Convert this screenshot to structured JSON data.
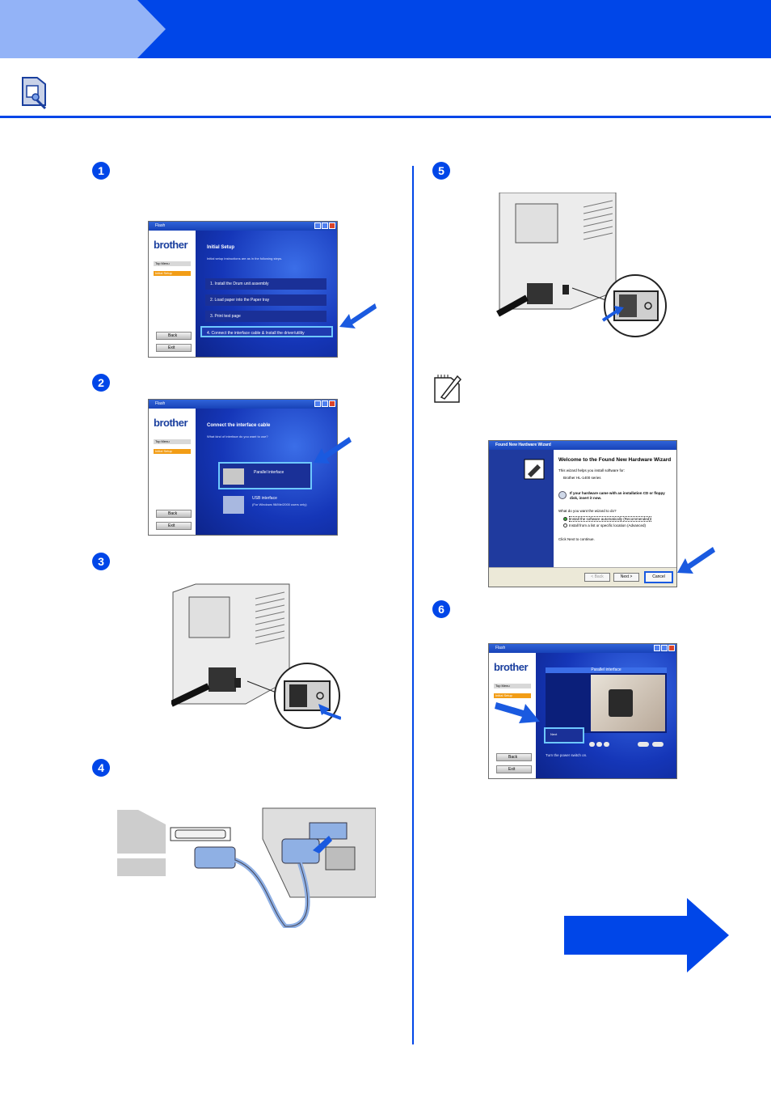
{
  "header": {
    "tab_color": "#93b3f7",
    "bar_color": "#0046e8",
    "icon": "printer-plug-icon"
  },
  "steps": [
    "1",
    "2",
    "3",
    "4",
    "5",
    "6"
  ],
  "screen1": {
    "window_title": "Flash",
    "logo": "brother",
    "menu": [
      "Top Menu",
      "Initial Setup"
    ],
    "buttons": [
      "Back",
      "Exit"
    ],
    "heading": "Initial Setup",
    "subheading": "Initial setup instructions are as in the following steps.",
    "options": [
      "1. Install the Drum unit assembly",
      "2. Load paper into the Paper tray",
      "3. Print test page",
      "4. Connect the interface cable & Install the driver/utility"
    ]
  },
  "screen2": {
    "window_title": "Flash",
    "logo": "brother",
    "menu": [
      "Top Menu",
      "Initial Setup"
    ],
    "buttons": [
      "Back",
      "Exit"
    ],
    "heading": "Connect the interface cable",
    "subheading": "What kind of interface do you want to use?",
    "option1": "Parallel interface",
    "option2": "USB interface",
    "option2_note": "(For Windows 98/Me/2000 users only)"
  },
  "wizard": {
    "window_title": "Found New Hardware Wizard",
    "heading": "Welcome to the Found New Hardware Wizard",
    "line1": "This wizard helps you install software for:",
    "device": "Brother HL-1400 series",
    "cd_prompt": "If your hardware came with an installation CD or floppy disk, insert it now.",
    "question": "What do you want the wizard to do?",
    "radio1": "Install the software automatically (Recommended)",
    "radio2": "Install from a list or specific location (Advanced)",
    "continue": "Click Next to continue.",
    "back": "< Back",
    "next": "Next >",
    "cancel": "Cancel"
  },
  "screen6": {
    "window_title": "Flash",
    "logo": "brother",
    "menu": [
      "Top Menu",
      "Initial Setup"
    ],
    "buttons": [
      "Back",
      "Exit"
    ],
    "panel_title": "Parallel interface",
    "next": "Next",
    "caption": "Turn the power switch on."
  }
}
